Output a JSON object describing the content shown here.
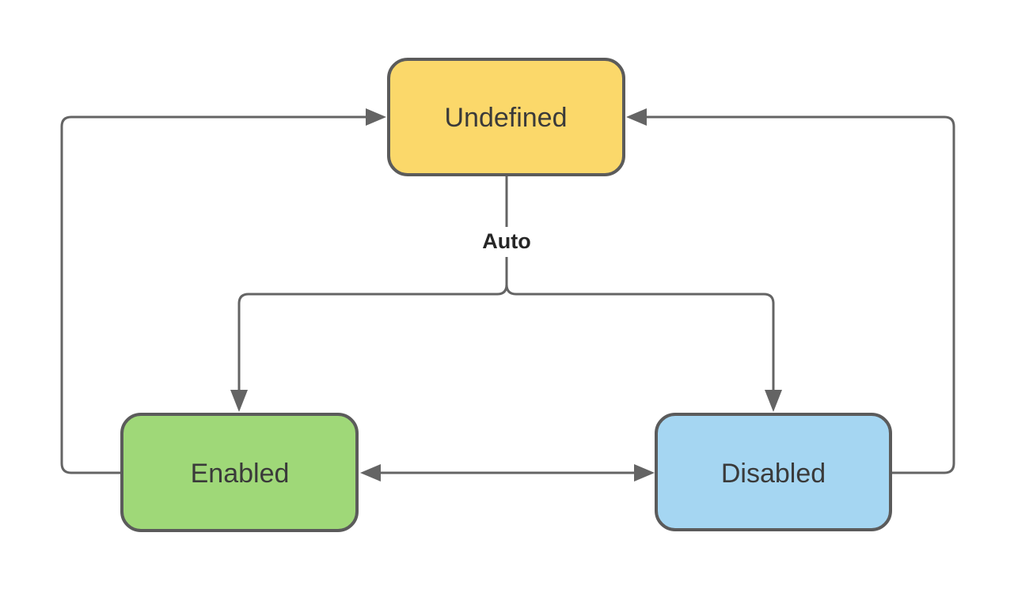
{
  "diagram": {
    "type": "state-diagram",
    "background": "#FFFFFF",
    "colors": {
      "line": "#646464",
      "node_border": "#5B5B5B",
      "node_text": "#3A3A3A",
      "edge_label_text": "#262626"
    },
    "nodes": [
      {
        "id": "undefined",
        "label": "Undefined",
        "fill": "#FBD86A"
      },
      {
        "id": "enabled",
        "label": "Enabled",
        "fill": "#9FD878"
      },
      {
        "id": "disabled",
        "label": "Disabled",
        "fill": "#A5D6F2"
      }
    ],
    "edges": [
      {
        "from": "Undefined",
        "to": "Enabled / Disabled",
        "label": "Auto",
        "type": "branching"
      },
      {
        "from": "Enabled",
        "to": "Undefined",
        "label": "",
        "type": "elbow"
      },
      {
        "from": "Disabled",
        "to": "Undefined",
        "label": "",
        "type": "elbow"
      },
      {
        "from": "Enabled",
        "to": "Disabled",
        "label": "",
        "type": "bidirectional"
      }
    ]
  }
}
